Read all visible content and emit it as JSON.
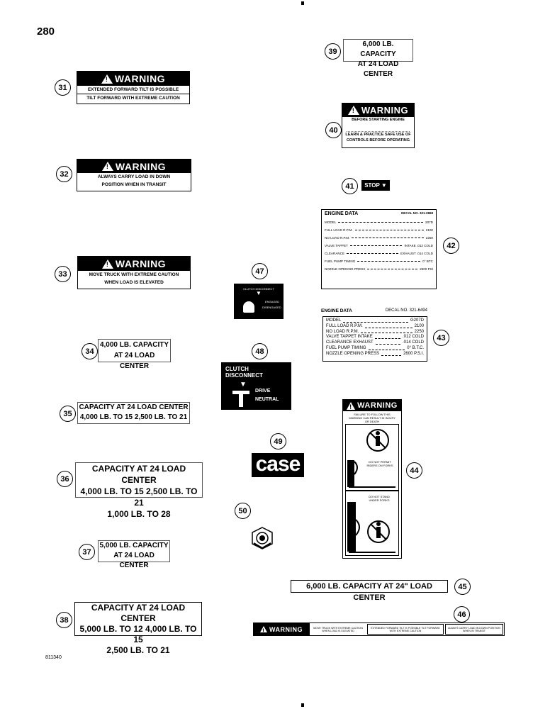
{
  "page_number": "280",
  "doc_number": "811340",
  "decals": {
    "d31": {
      "callout": "31",
      "header": "WARNING",
      "lines": [
        "EXTENDED FORWARD TILT IS POSSIBLE",
        "TILT FORWARD WITH EXTREME CAUTION"
      ]
    },
    "d32": {
      "callout": "32",
      "header": "WARNING",
      "lines": [
        "ALWAYS CARRY LOAD IN DOWN",
        "POSITION WHEN IN TRANSIT"
      ]
    },
    "d33": {
      "callout": "33",
      "header": "WARNING",
      "lines": [
        "MOVE TRUCK WITH EXTREME CAUTION",
        "WHEN LOAD IS ELEVATED"
      ]
    },
    "d34": {
      "callout": "34",
      "lines": [
        "4,000 LB. CAPACITY",
        "AT 24  LOAD CENTER"
      ]
    },
    "d35": {
      "callout": "35",
      "lines": [
        "CAPACITY AT 24  LOAD CENTER",
        "4,000 LB. TO 15  2,500 LB. TO 21"
      ]
    },
    "d36": {
      "callout": "36",
      "lines": [
        "CAPACITY AT 24  LOAD CENTER",
        "4,000 LB. TO 15  2,500 LB. TO 21",
        "1,000 LB. TO 28"
      ]
    },
    "d37": {
      "callout": "37",
      "lines": [
        "5,000 LB. CAPACITY",
        "AT 24  LOAD CENTER"
      ]
    },
    "d38": {
      "callout": "38",
      "lines": [
        "CAPACITY AT 24  LOAD CENTER",
        "5,000 LB. TO 12  4,000 LB. TO 15",
        "2,500 LB. TO 21"
      ]
    },
    "d39": {
      "callout": "39",
      "lines": [
        "6,000 LB. CAPACITY",
        "AT 24  LOAD CENTER"
      ]
    },
    "d40": {
      "callout": "40",
      "header": "WARNING",
      "lines": [
        "BEFORE STARTING ENGINE",
        "LEARN & PRACTICE SAFE USE OF",
        "CONTROLS BEFORE OPERATING"
      ]
    },
    "d41": {
      "callout": "41",
      "label": "STOP"
    },
    "d42": {
      "callout": "42",
      "title": "ENGINE DATA",
      "decal_no": "DECAL NO. 321-2868",
      "rows": [
        {
          "k": "MODEL",
          "v": "207D"
        },
        {
          "k": "FULL LOAD R.P.M.",
          "v": "2100"
        },
        {
          "k": "NO LOAD R.P.M.",
          "v": "2250"
        },
        {
          "k": "VALVE TAPPET",
          "v": "INTAKE .012 COLD"
        },
        {
          "k": "CLEARANCE",
          "v": "EXHAUST .014 COLD"
        },
        {
          "k": "FUEL PUMP TIMING",
          "v": "0° BTC"
        },
        {
          "k": "NOZZLE OPENING PRESS",
          "v": "2600 PSI"
        }
      ]
    },
    "d43": {
      "callout": "43",
      "title": "ENGINE DATA",
      "decal_no": "DECAL NO. 321-6494",
      "rows": [
        {
          "k": "MODEL",
          "v": "G207D"
        },
        {
          "k": "FULL LOAD R.P.M.",
          "v": "2100"
        },
        {
          "k": "NO LOAD R.P.M.",
          "v": "2250"
        },
        {
          "k": "VALVE TAPPET  INTAKE",
          "v": ".012   COLD"
        },
        {
          "k": "CLEARANCE  EXHAUST",
          "v": ".014   COLD"
        },
        {
          "k": "FUEL PUMP TIMING",
          "v": "0°   B.T.C."
        },
        {
          "k": "NOZZLE OPENING PRESS",
          "v": "2600  P.S.I."
        }
      ]
    },
    "d44": {
      "callout": "44",
      "header": "WARNING",
      "lines": [
        "FAILURE TO FOLLOW THIS",
        "WARNING CAN RESULT IN INJURY",
        "OR DEATH"
      ],
      "panel1": "DO NOT PERMIT RIDERS ON FORKS",
      "panel2": "DO NOT STAND UNDER FORKS"
    },
    "d45": {
      "callout": "45",
      "text": "6,000 LB. CAPACITY AT 24\" LOAD CENTER"
    },
    "d46": {
      "callout": "46",
      "header": "WARNING",
      "cells": [
        "MOVE TRUCK WITH EXTREME CAUTION WHEN LOAD IS ELEVATED",
        "EXTENDED FORWARD TILT IS POSSIBLE TILT FORWARD WITH EXTREME CAUTION",
        "ALWAYS CARRY LOAD IN DOWN POSITION WHEN IN TRANSIT"
      ]
    },
    "d47": {
      "callout": "47",
      "top": "CLUTCH DISCONNECT",
      "engaged": "ENGAGED",
      "disengaged": "DISENGAGED"
    },
    "d48": {
      "callout": "48",
      "l1": "CLUTCH",
      "l2": "DISCONNECT",
      "drive": "DRIVE",
      "neutral": "NEUTRAL"
    },
    "d49": {
      "callout": "49",
      "logo": "case"
    },
    "d50": {
      "callout": "50"
    }
  }
}
